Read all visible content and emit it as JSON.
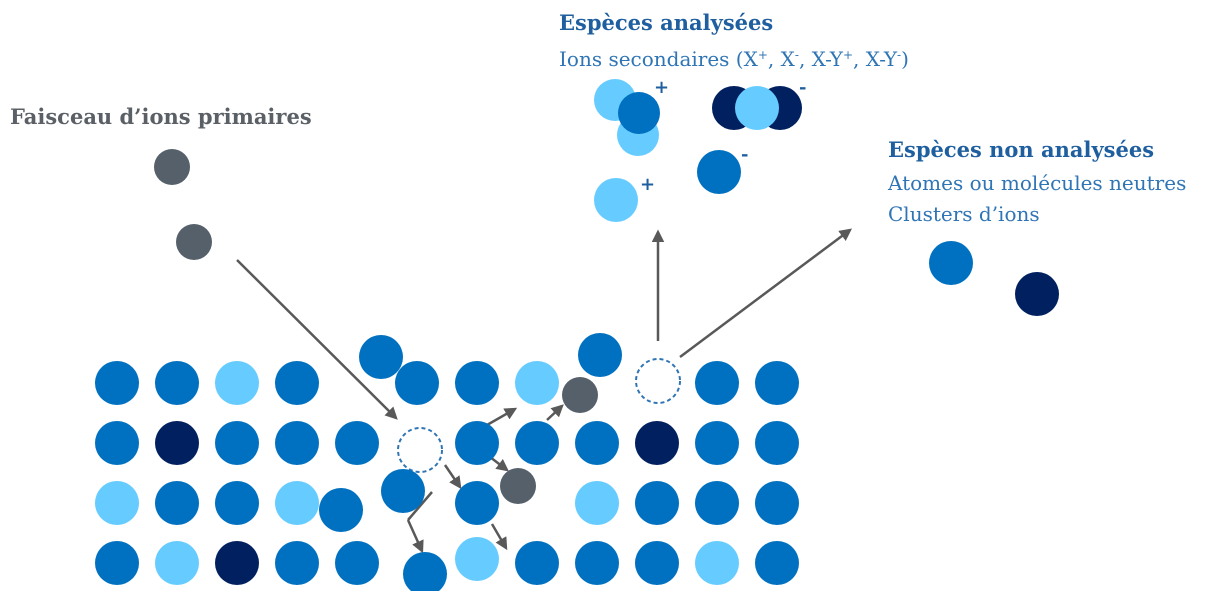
{
  "labels": {
    "primary_beam": "Faisceau d’ions primaires",
    "analyzed_title": "Espèces analysées",
    "analyzed_sub_prefix": "Ions secondaires (X",
    "analyzed_sub_after1": ", X",
    "analyzed_sub_after2": ", X-Y",
    "analyzed_sub_after3": ", X-Y",
    "analyzed_sub_suffix": ")",
    "sup_plus": "+",
    "sup_minus": "-",
    "non_analyzed_title": "Espèces non analysées",
    "non_analyzed_line1": "Atomes ou molécules neutres",
    "non_analyzed_line2": "Clusters d’ions"
  },
  "charges": {
    "plus": "+",
    "minus": "-"
  },
  "colors": {
    "medium_blue": "#0070c0",
    "light_blue": "#66ccff",
    "dark_navy": "#002060",
    "gray_ion": "#55606a",
    "arrow": "#595959",
    "title_blue": "#1f5f9f",
    "text_blue": "#2f75b5",
    "text_gray": "#5a6066"
  }
}
